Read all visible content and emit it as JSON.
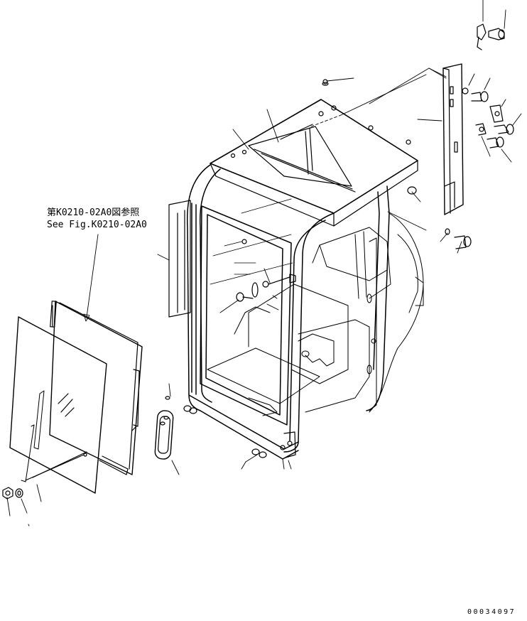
{
  "diagram": {
    "reference_note": {
      "line1": "第K0210-02A0図参照",
      "line2": "See Fig.K0210-02A0"
    },
    "drawing_number": "00034097"
  }
}
